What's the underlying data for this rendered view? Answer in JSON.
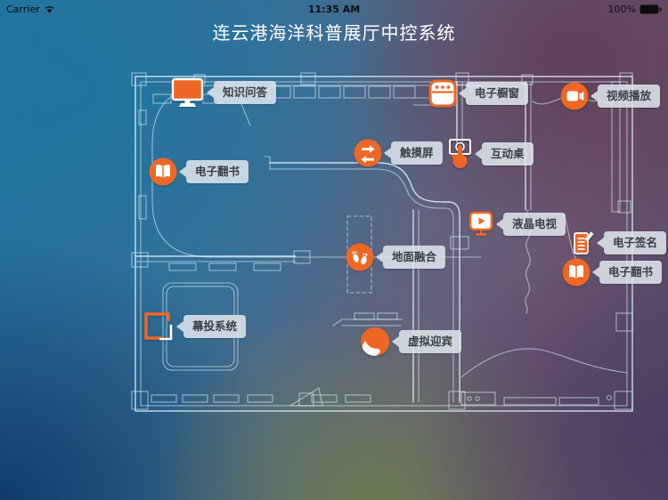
{
  "status_bar": {
    "carrier": "Carrier",
    "time": "11:35 AM",
    "battery_percent": "100%"
  },
  "header": {
    "title": "连云港海洋科普展厅中控系统"
  },
  "colors": {
    "accent_orange": "#ef6725",
    "plan_line": "#dceffa",
    "bubble_bg": "#dde4ea",
    "bubble_text": "#3a4046"
  },
  "floorplan": {
    "features": [
      {
        "id": "knowledge-qa",
        "label": "知识问答",
        "icon": "monitor-icon"
      },
      {
        "id": "electronic-showcase",
        "label": "电子橱窗",
        "icon": "window-dots-icon"
      },
      {
        "id": "video-playback",
        "label": "视频播放",
        "icon": "video-camera-icon"
      },
      {
        "id": "touch-screen",
        "label": "触摸屏",
        "icon": "transfer-arrows-icon"
      },
      {
        "id": "interactive-table",
        "label": "互动桌",
        "icon": "touch-hand-icon"
      },
      {
        "id": "ebook-left",
        "label": "电子翻书",
        "icon": "open-book-icon"
      },
      {
        "id": "lcd-tv",
        "label": "液晶电视",
        "icon": "tv-play-icon"
      },
      {
        "id": "e-signature",
        "label": "电子签名",
        "icon": "document-pen-icon"
      },
      {
        "id": "ebook-right",
        "label": "电子翻书",
        "icon": "open-book-icon"
      },
      {
        "id": "floor-fusion",
        "label": "地面融合",
        "icon": "footprints-icon"
      },
      {
        "id": "screen-projection",
        "label": "幕投系统",
        "icon": "frames-icon"
      },
      {
        "id": "virtual-greeter",
        "label": "虚拟迎宾",
        "icon": "person-head-icon"
      }
    ]
  }
}
